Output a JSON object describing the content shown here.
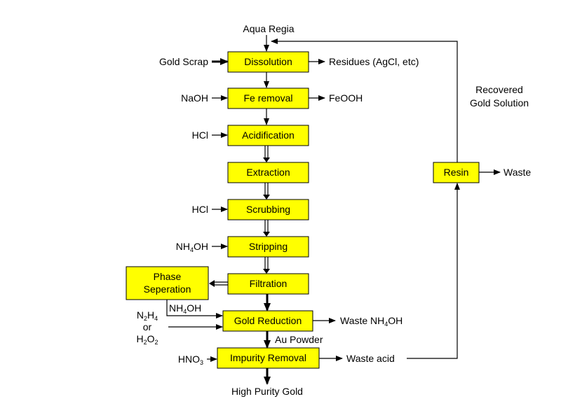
{
  "colors": {
    "box_fill": "#ffff00",
    "stroke": "#000000",
    "background": "#ffffff"
  },
  "steps": {
    "dissolution": "Dissolution",
    "fe_removal": "Fe removal",
    "acidification": "Acidification",
    "extraction": "Extraction",
    "scrubbing": "Scrubbing",
    "stripping": "Stripping",
    "filtration": "Filtration",
    "gold_reduction": "Gold Reduction",
    "impurity_removal": "Impurity Removal",
    "resin": "Resin",
    "phase_separation_line1": "Phase",
    "phase_separation_line2": "Seperation"
  },
  "inputs": {
    "aqua_regia": "Aqua  Regia",
    "gold_scrap": "Gold Scrap",
    "naoh": "NaOH",
    "hcl_acid": "HCl",
    "hcl_scrub": "HCl",
    "nh4oh_main": "NH",
    "nh4oh_sub": "4",
    "nh4oh_tail": "OH",
    "nh4oh_phase_main": "NH",
    "nh4oh_phase_sub": "4",
    "nh4oh_phase_tail": "OH",
    "n2h4_main": "N",
    "n2h4_sub1": "2",
    "n2h4_mid": "H",
    "n2h4_sub2": "4",
    "or": "or",
    "h2o2_main": "H",
    "h2o2_sub1": "2",
    "h2o2_mid": "O",
    "h2o2_sub2": "2",
    "hno3_main": "HNO",
    "hno3_sub": "3"
  },
  "outputs": {
    "residues": "Residues (AgCl, etc)",
    "feooh": "FeOOH",
    "waste_nh4oh_main": "Waste NH",
    "waste_nh4oh_sub": "4",
    "waste_nh4oh_tail": "OH",
    "au_powder": "Au Powder",
    "waste_acid": "Waste acid",
    "high_purity_gold": "High Purity Gold",
    "waste": "Waste",
    "recovered_line1": "Recovered",
    "recovered_line2": "Gold Solution"
  }
}
